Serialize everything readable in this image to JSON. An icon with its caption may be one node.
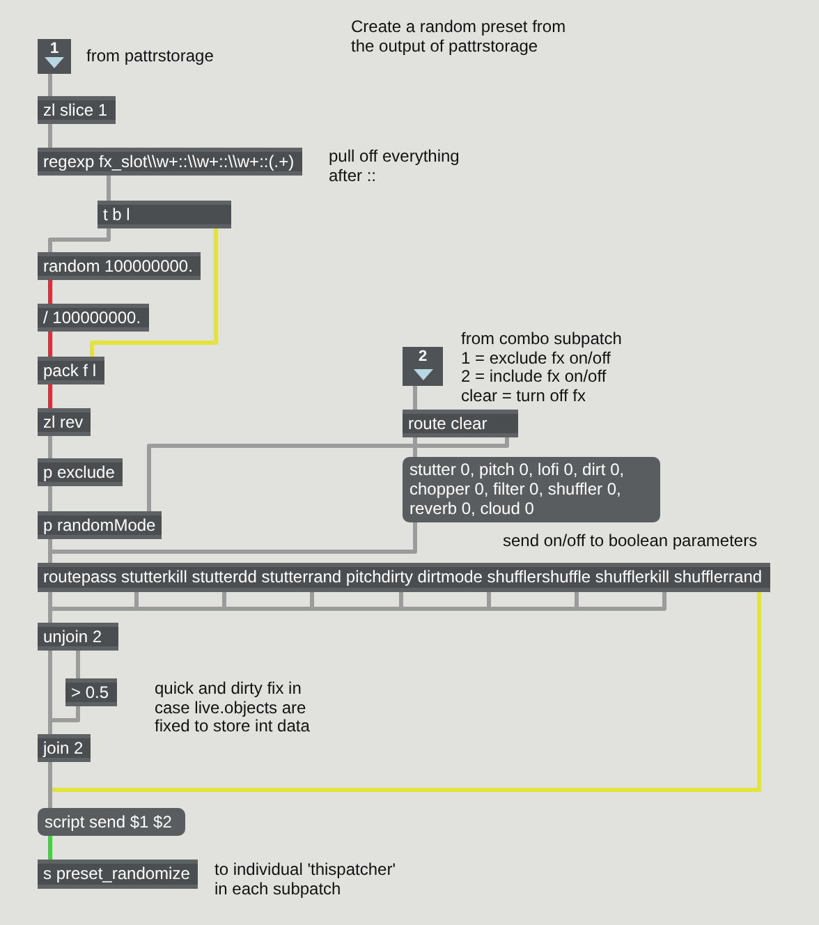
{
  "diagram": {
    "nodes": [
      {
        "text": [
          "1"
        ]
      },
      {
        "text": [
          "zl slice 1"
        ]
      },
      {
        "text": [
          "regexp fx_slot\\\\w+::\\\\w+::\\\\w+::(.+)"
        ]
      },
      {
        "text": [
          "t b l"
        ]
      },
      {
        "text": [
          "random 100000000."
        ]
      },
      {
        "text": [
          "/ 100000000."
        ]
      },
      {
        "text": [
          "pack f l"
        ]
      },
      {
        "text": [
          "zl rev"
        ]
      },
      {
        "text": [
          "p exclude"
        ]
      },
      {
        "text": [
          "p randomMode"
        ]
      },
      {
        "text": [
          "2"
        ]
      },
      {
        "text": [
          "route clear"
        ]
      },
      {
        "text": [
          "stutter 0, pitch 0, lofi 0, dirt 0, chopper 0, filter 0, shuffler 0, reverb 0, cloud 0"
        ]
      },
      {
        "text": [
          "routepass stutterkill stutterdd stutterrand pitchdirty dirtmode shufflershuffle shufflerkill shufflerrand"
        ]
      },
      {
        "text": [
          "unjoin 2"
        ]
      },
      {
        "text": [
          "> 0.5"
        ]
      },
      {
        "text": [
          "join 2"
        ]
      },
      {
        "text": [
          "script send $1 $2"
        ]
      },
      {
        "text": [
          "s preset_randomize"
        ]
      }
    ],
    "edges": [
      {
        "from": 0,
        "to": 1,
        "arrow": "none"
      },
      {
        "from": 1,
        "to": 2,
        "arrow": "none"
      },
      {
        "from": 2,
        "to": 3,
        "arrow": "none"
      },
      {
        "from": 3,
        "to": 4,
        "arrow": "none"
      },
      {
        "from": 3,
        "to": 6,
        "arrow": "none",
        "color": "#e3e33c"
      },
      {
        "from": 4,
        "to": 5,
        "arrow": "none",
        "color": "#dd2f38"
      },
      {
        "from": 5,
        "to": 6,
        "arrow": "none",
        "color": "#dd2f38"
      },
      {
        "from": 6,
        "to": 7,
        "arrow": "none",
        "color": "#dd2f38"
      },
      {
        "from": 7,
        "to": 8,
        "arrow": "none"
      },
      {
        "from": 8,
        "to": 9,
        "arrow": "none"
      },
      {
        "from": 10,
        "to": 11,
        "arrow": "none"
      },
      {
        "from": 11,
        "to": 9,
        "arrow": "none"
      },
      {
        "from": 11,
        "to": 12,
        "arrow": "none"
      },
      {
        "from": 12,
        "to": 13,
        "arrow": "none"
      },
      {
        "from": 9,
        "to": 13,
        "arrow": "none"
      },
      {
        "from": 13,
        "to": 14,
        "arrow": "none"
      },
      {
        "from": 13,
        "to": 14,
        "arrow": "none"
      },
      {
        "from": 13,
        "to": 14,
        "arrow": "none"
      },
      {
        "from": 13,
        "to": 14,
        "arrow": "none"
      },
      {
        "from": 13,
        "to": 14,
        "arrow": "none"
      },
      {
        "from": 13,
        "to": 14,
        "arrow": "none"
      },
      {
        "from": 13,
        "to": 14,
        "arrow": "none"
      },
      {
        "from": 13,
        "to": 14,
        "arrow": "none"
      },
      {
        "from": 13,
        "to": 17,
        "arrow": "none",
        "color": "#e3e33c"
      },
      {
        "from": 14,
        "to": 16,
        "arrow": "none"
      },
      {
        "from": 14,
        "to": 15,
        "arrow": "none"
      },
      {
        "from": 15,
        "to": 16,
        "arrow": "none"
      },
      {
        "from": 16,
        "to": 17,
        "arrow": "none"
      },
      {
        "from": 17,
        "to": 18,
        "arrow": "none",
        "color": "#3fd43f"
      }
    ],
    "labels": [
      "Create a random preset from the output of pattrstorage",
      "from pattrstorage",
      "pull off everything after ::",
      "from combo subpatch",
      "1 = exclude fx on/off",
      "2 = include fx on/off",
      "clear = turn off fx",
      "send on/off to boolean parameters",
      "quick and dirty fix in case live.objects are fixed to store int data",
      "to individual 'thispatcher' in each subpatch"
    ]
  }
}
